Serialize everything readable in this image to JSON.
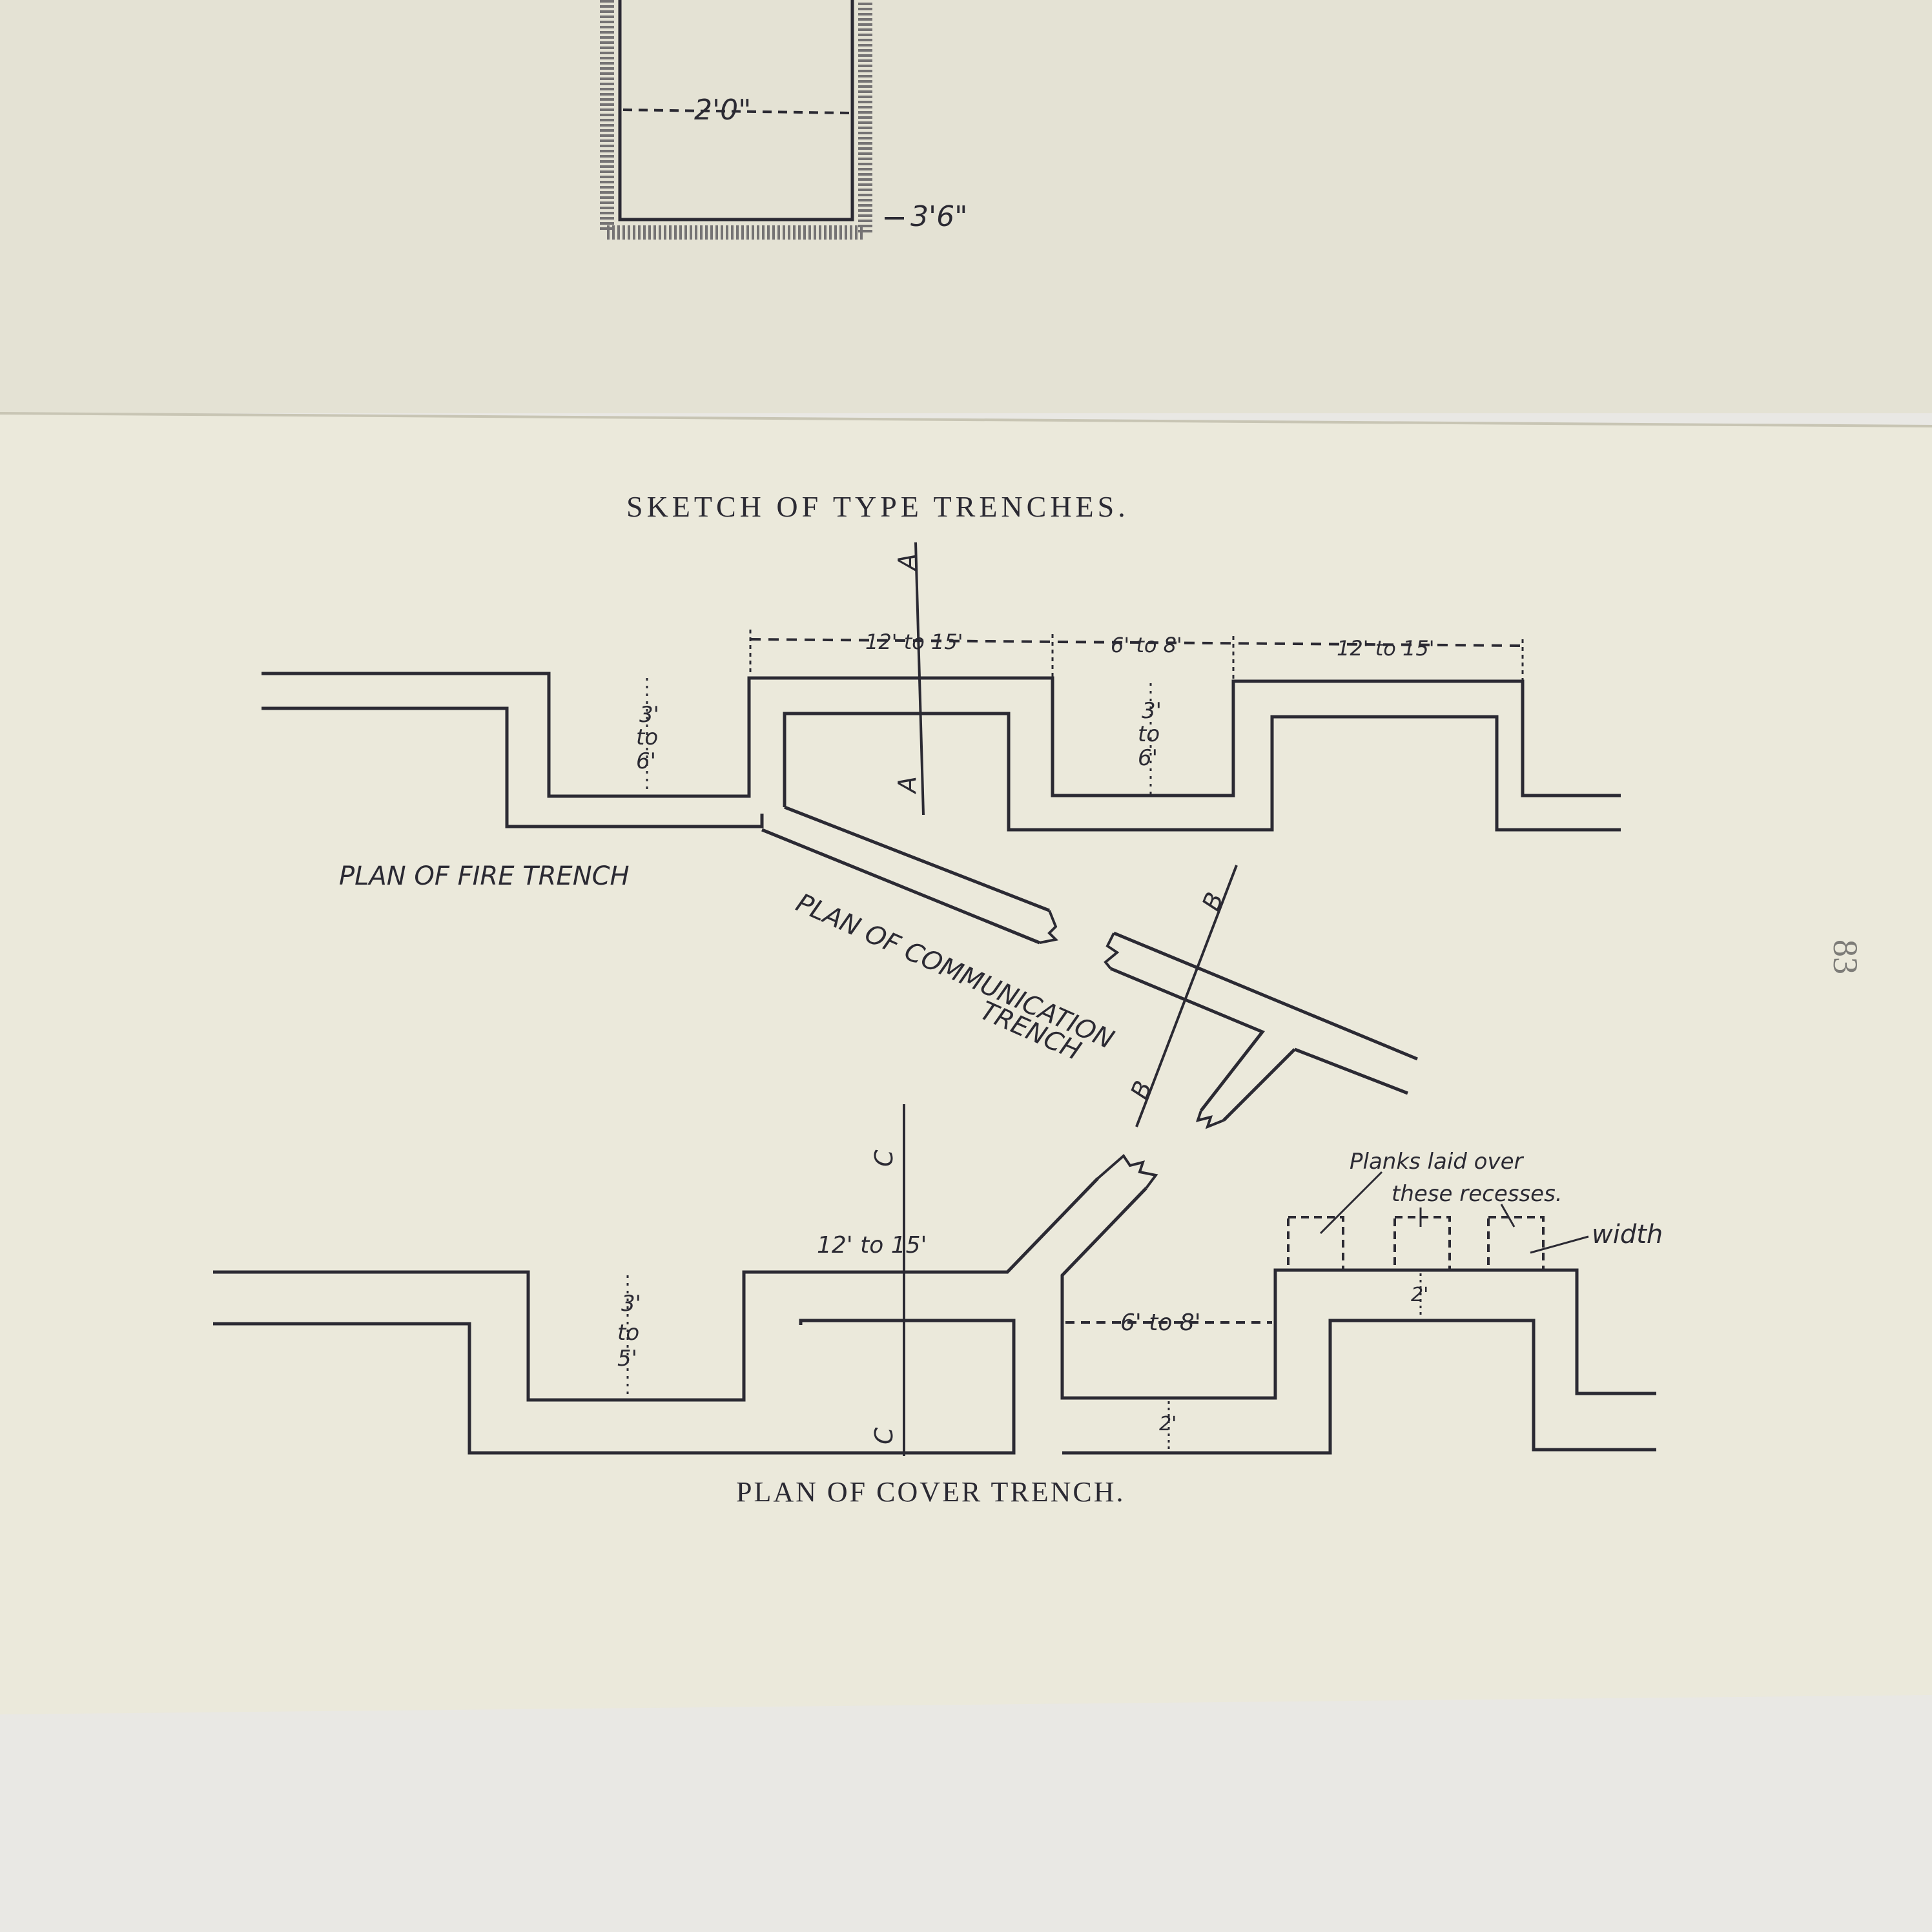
{
  "page": {
    "title": "SKETCH OF TYPE TRENCHES.",
    "page_number": "83",
    "colors": {
      "paper_top": "#e4e2d4",
      "paper_bottom": "#ebe9db",
      "ink": "#2b2a33",
      "table": "#e9e8e4"
    }
  },
  "top_figure": {
    "width_label": "2'0\"",
    "depth_label": "3'6\""
  },
  "fire_trench": {
    "caption": "PLAN OF FIRE TRENCH",
    "section_label_top": "A",
    "section_label_bottom": "A",
    "dim_bay": "12' to 15'",
    "dim_traverse": "6' to 8'",
    "dim_bay_right": "12' to 15'",
    "depth_left": [
      "3'",
      "to",
      "6'"
    ],
    "depth_mid": [
      "3'",
      "to",
      "6'"
    ]
  },
  "communication_trench": {
    "caption_line1": "PLAN OF COMMUNICATION",
    "caption_line2": "TRENCH",
    "section_label_top": "B",
    "section_label_bottom": "B"
  },
  "cover_trench": {
    "caption": "PLAN OF COVER TRENCH.",
    "section_label_top": "C",
    "section_label_bottom": "C",
    "dim_bay": "12' to 15'",
    "dim_traverse": "6' to 8'",
    "depth_left": [
      "3'",
      "to",
      "5'"
    ],
    "recess_depth": "2'",
    "step_depth": "2'",
    "note_line1": "Planks laid over",
    "note_line2": "these recesses.",
    "width_label": "width"
  }
}
